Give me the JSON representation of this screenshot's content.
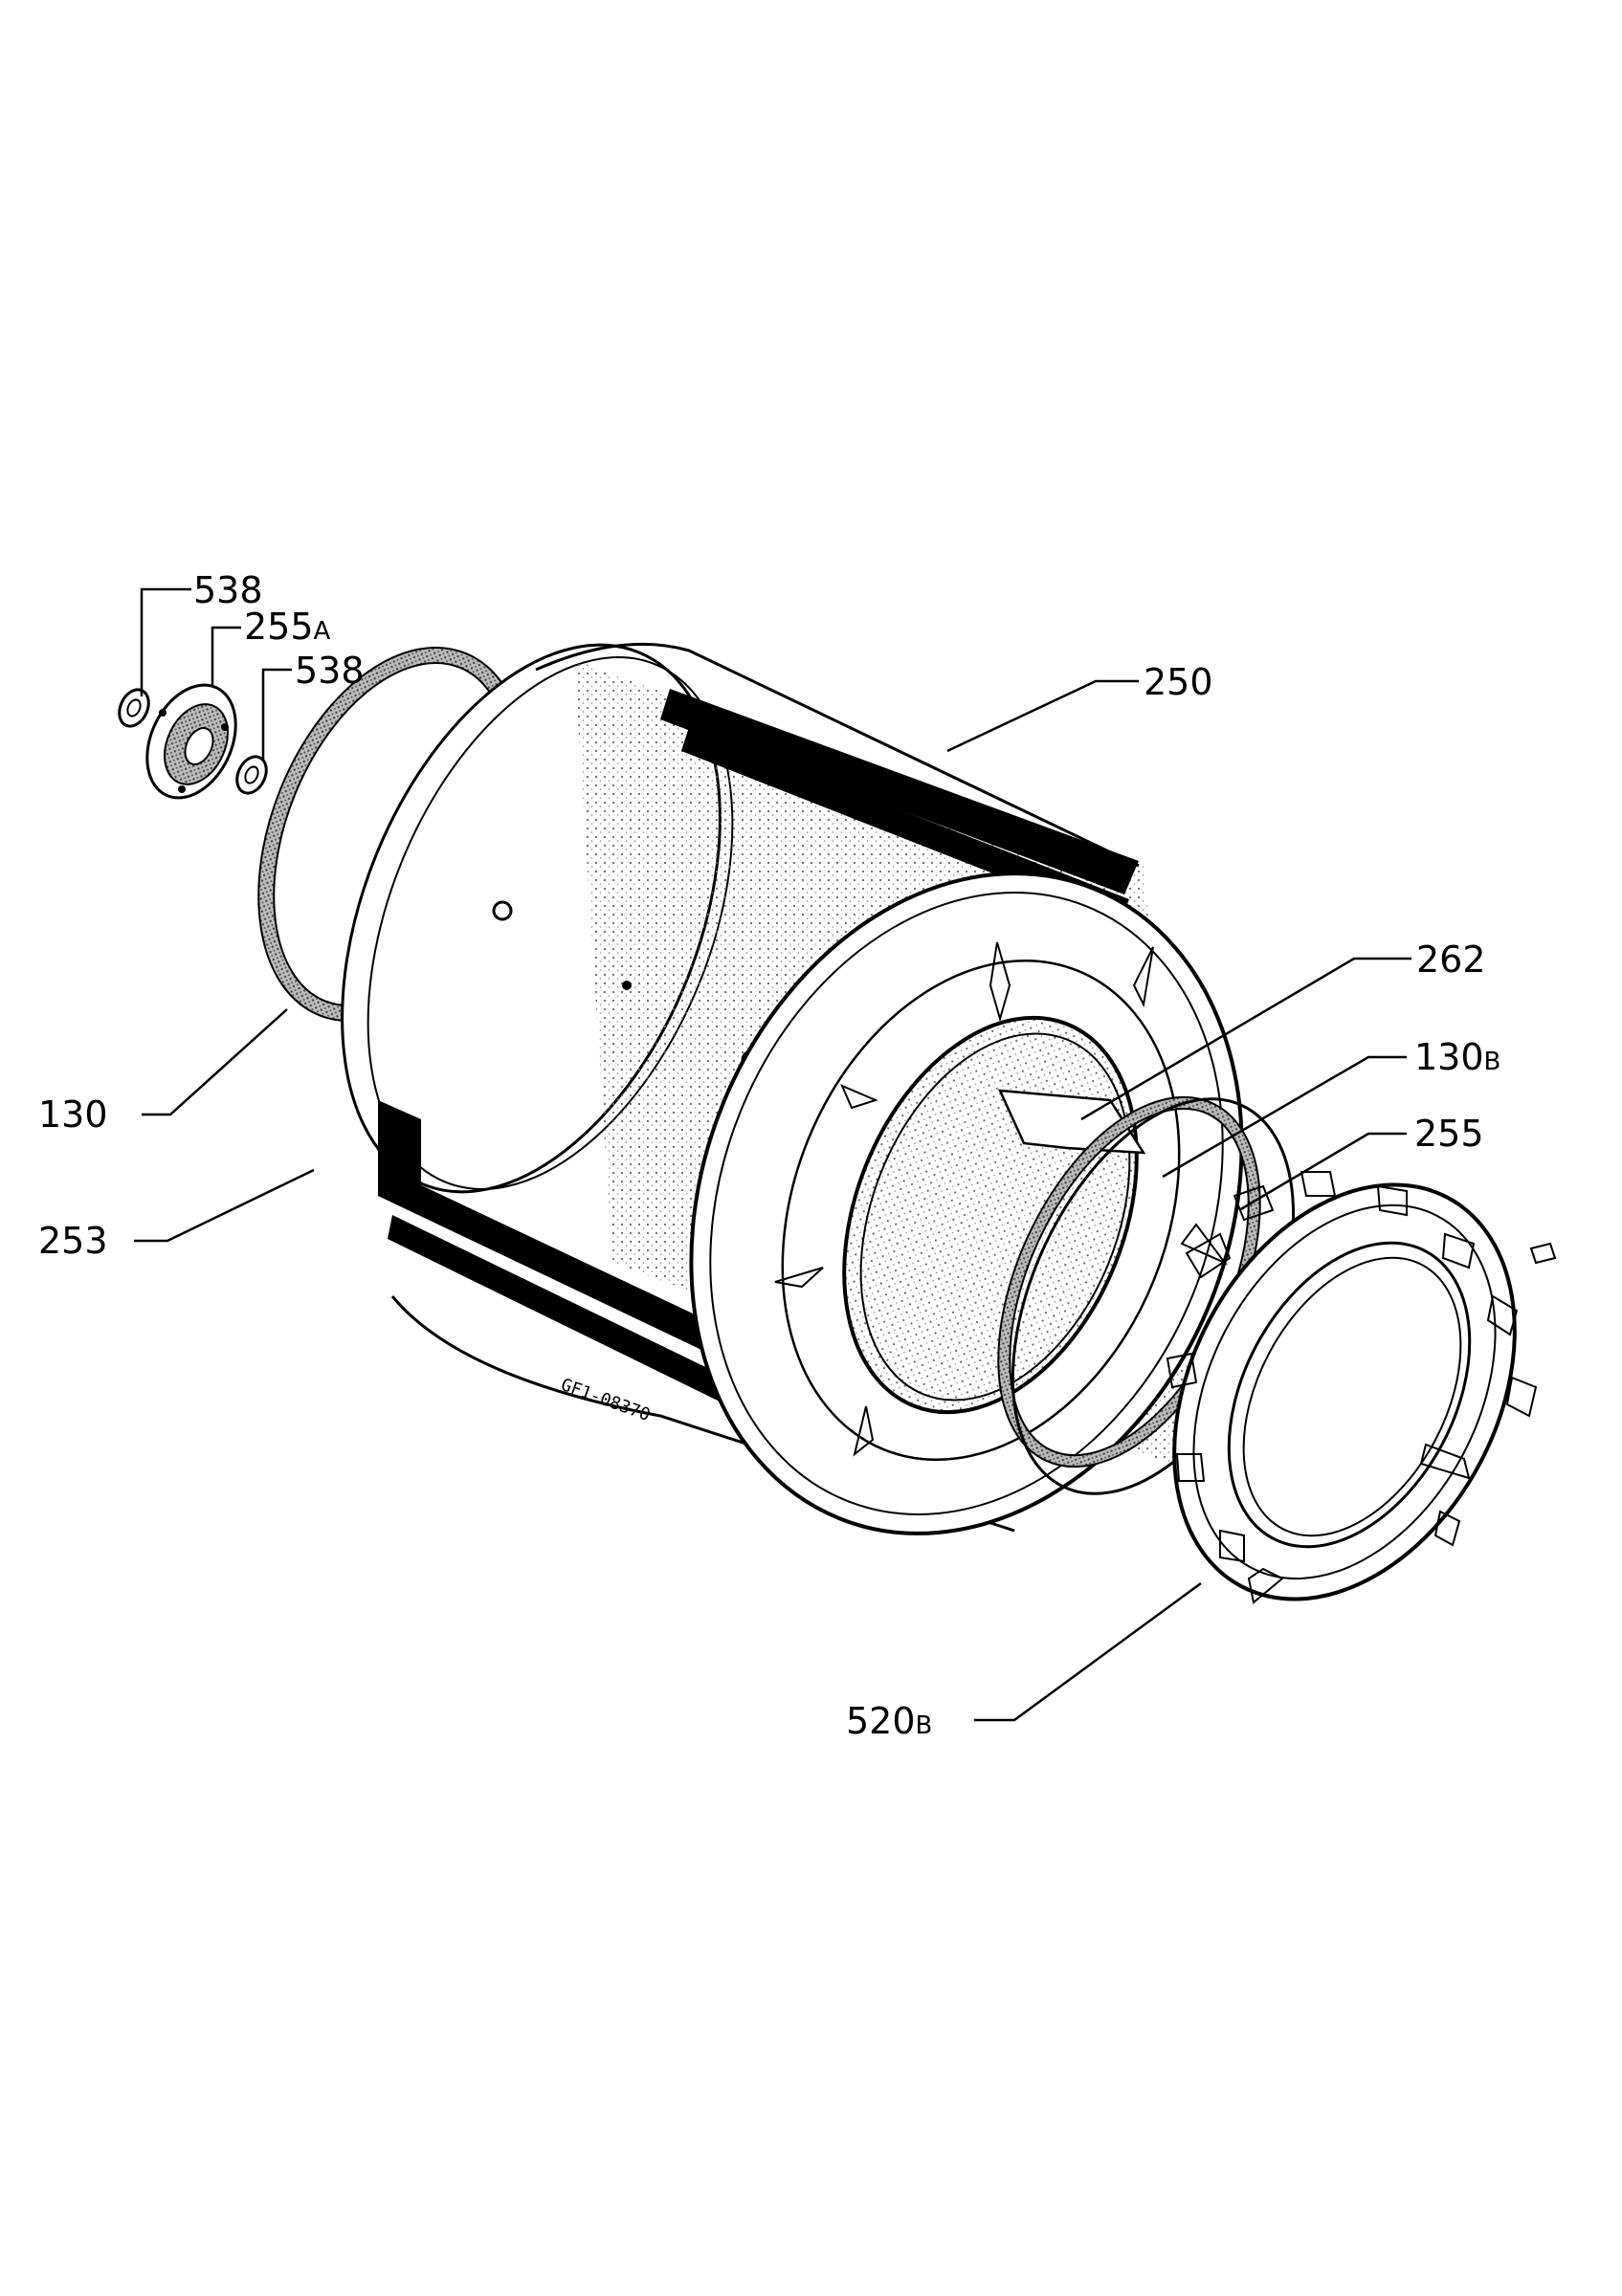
{
  "labels": {
    "l538a": "538",
    "l255a_num": "255",
    "l255a_suf": "A",
    "l538b": "538",
    "l250": "250",
    "l262": "262",
    "l130b_num": "130",
    "l130b_suf": "B",
    "l255": "255",
    "l130": "130",
    "l253": "253",
    "l520b_num": "520",
    "l520b_suf": "B"
  },
  "drawing_code": "GF1-08370"
}
